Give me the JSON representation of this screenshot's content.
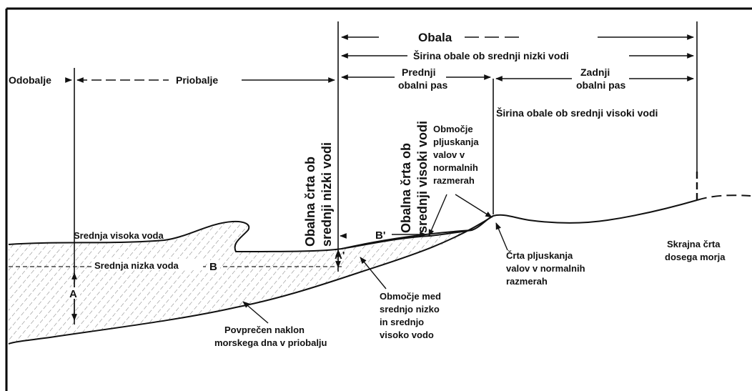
{
  "diagram": {
    "top_labels": {
      "obala": "Obala",
      "sirina_nizki": "Širina obale ob srednji nizki vodi",
      "odobalje": "Odobalje",
      "priobalje": "Priobalje",
      "prednji_1": "Prednji",
      "prednji_2": "obalni pas",
      "zadnji_1": "Zadnji",
      "zadnji_2": "obalni pas",
      "sirina_visoki": "Širina obale ob srednji visoki vodi"
    },
    "vertical_labels": {
      "nizki_1": "Obalna črta ob",
      "nizki_2": "srednji nizki vodi",
      "visoki_1": "Obalna črta ob",
      "visoki_2": "srednji visoki vodi"
    },
    "swash_zone": [
      "Območje",
      "pljuskanja",
      "valov v",
      "normalnih",
      "razmerah"
    ],
    "water_labels": {
      "srednja_visoka": "Srednja visoka voda",
      "srednja_nizka": "Srednja nizka voda"
    },
    "letters": {
      "a": "A",
      "a_prime": "A'",
      "b": "B",
      "b_prime": "B'"
    },
    "swash_line": [
      "Črta pljuskanja",
      "valov v normalnih",
      "razmerah"
    ],
    "reach_line": [
      "Skrajna črta",
      "dosega morja"
    ],
    "intertidal": [
      "Območje med",
      "srednjo nizko",
      "in srednjo",
      "visoko vodo"
    ],
    "slope": [
      "Povprečen naklon",
      "morskega dna v priobalju"
    ],
    "colors": {
      "frame": "#000000",
      "ink": "#111111",
      "hatch": "#6b6b6b",
      "background": "#ffffff"
    }
  }
}
